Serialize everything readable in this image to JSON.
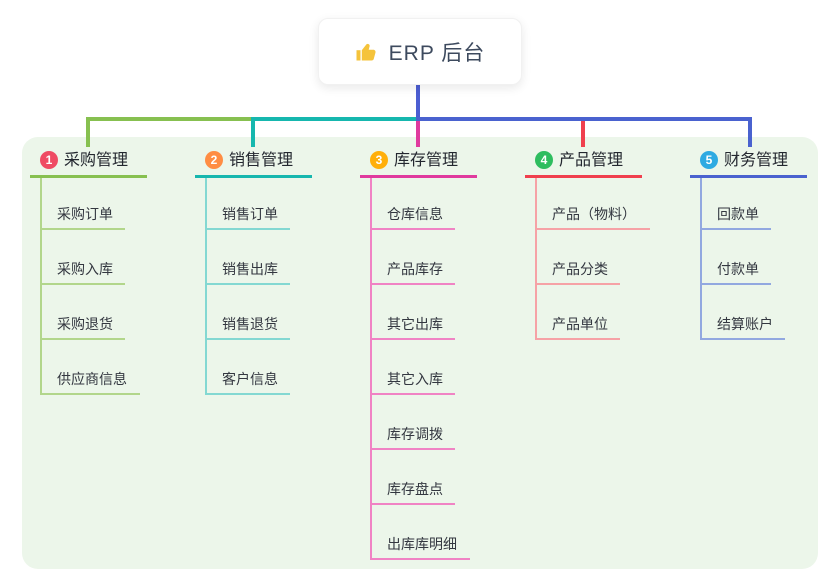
{
  "app": {
    "type": "mindmap",
    "panel_background": "#ecf6ea",
    "canvas_background": "#ffffff"
  },
  "root": {
    "label": "ERP 后台",
    "icon": "thumbs-up-icon",
    "icon_color": "#f5c33b",
    "connector_color": "#4c5ed2"
  },
  "branches": [
    {
      "number": "1",
      "label": "采购管理",
      "badge_color": "#ef4b63",
      "line_color": "#87c050",
      "sub_line_color": "#b2d68b",
      "items": [
        "采购订单",
        "采购入库",
        "采购退货",
        "供应商信息"
      ]
    },
    {
      "number": "2",
      "label": "销售管理",
      "badge_color": "#ff8d43",
      "line_color": "#16b7ae",
      "sub_line_color": "#83d8d2",
      "items": [
        "销售订单",
        "销售出库",
        "销售退货",
        "客户信息"
      ]
    },
    {
      "number": "3",
      "label": "库存管理",
      "badge_color": "#ffaf0a",
      "line_color": "#e03a9e",
      "sub_line_color": "#f083c4",
      "items": [
        "仓库信息",
        "产品库存",
        "其它出库",
        "其它入库",
        "库存调拨",
        "库存盘点",
        "出库库明细"
      ]
    },
    {
      "number": "4",
      "label": "产品管理",
      "badge_color": "#2ebd5f",
      "line_color": "#f0404e",
      "sub_line_color": "#f6a2a6",
      "items": [
        "产品（物料）",
        "产品分类",
        "产品单位"
      ]
    },
    {
      "number": "5",
      "label": "财务管理",
      "badge_color": "#2eaae2",
      "line_color": "#4a62cf",
      "sub_line_color": "#92a8e0",
      "items": [
        "回款单",
        "付款单",
        "结算账户"
      ]
    }
  ]
}
